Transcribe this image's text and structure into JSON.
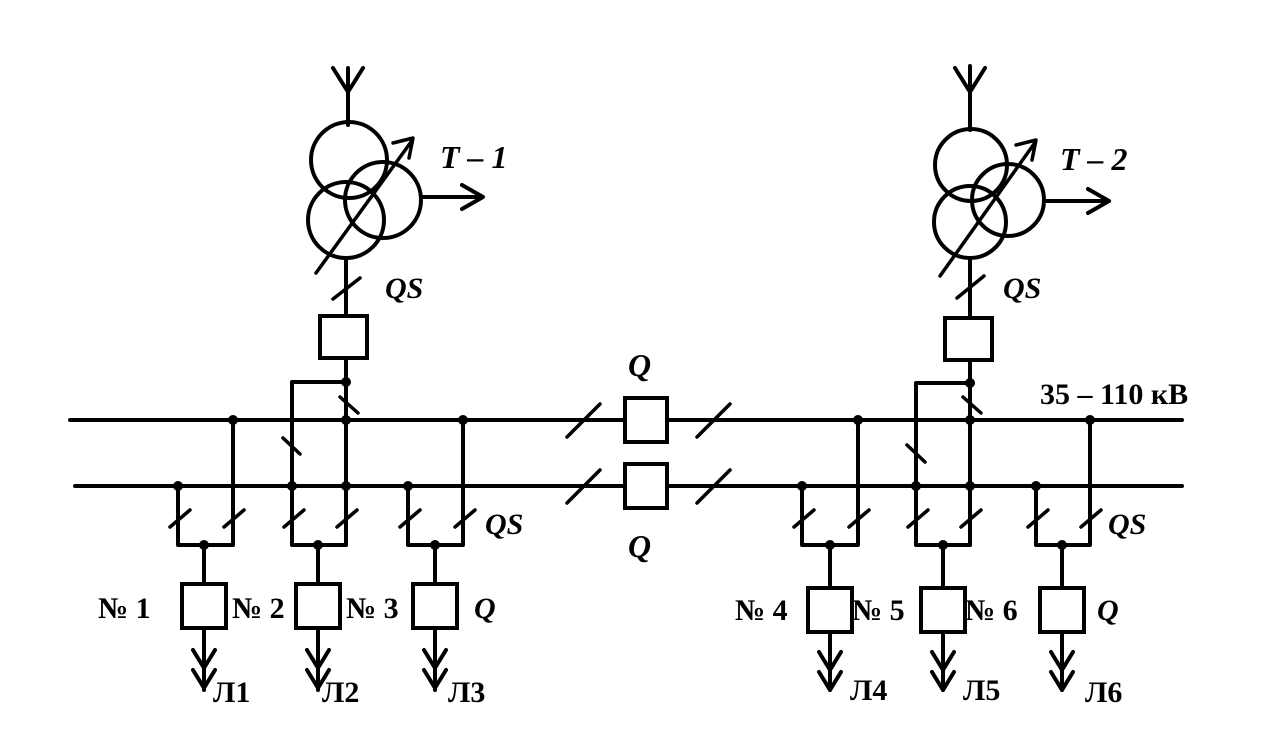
{
  "voltage_label": "35 – 110 кВ",
  "transformers": [
    {
      "label": "T – 1"
    },
    {
      "label": "T – 2"
    }
  ],
  "disconnector_labels": {
    "t1": "QS",
    "t2": "QS",
    "left_group": "QS",
    "right_group": "QS"
  },
  "breaker_labels": {
    "bus_tie_top": "Q",
    "bus_tie_bottom": "Q",
    "left_group": "Q",
    "right_group": "Q"
  },
  "feeders": [
    {
      "number": "№ 1",
      "line": "Л1"
    },
    {
      "number": "№ 2",
      "line": "Л2"
    },
    {
      "number": "№ 3",
      "line": "Л3"
    },
    {
      "number": "№ 4",
      "line": "Л4"
    },
    {
      "number": "№ 5",
      "line": "Л5"
    },
    {
      "number": "№ 6",
      "line": "Л6"
    }
  ]
}
